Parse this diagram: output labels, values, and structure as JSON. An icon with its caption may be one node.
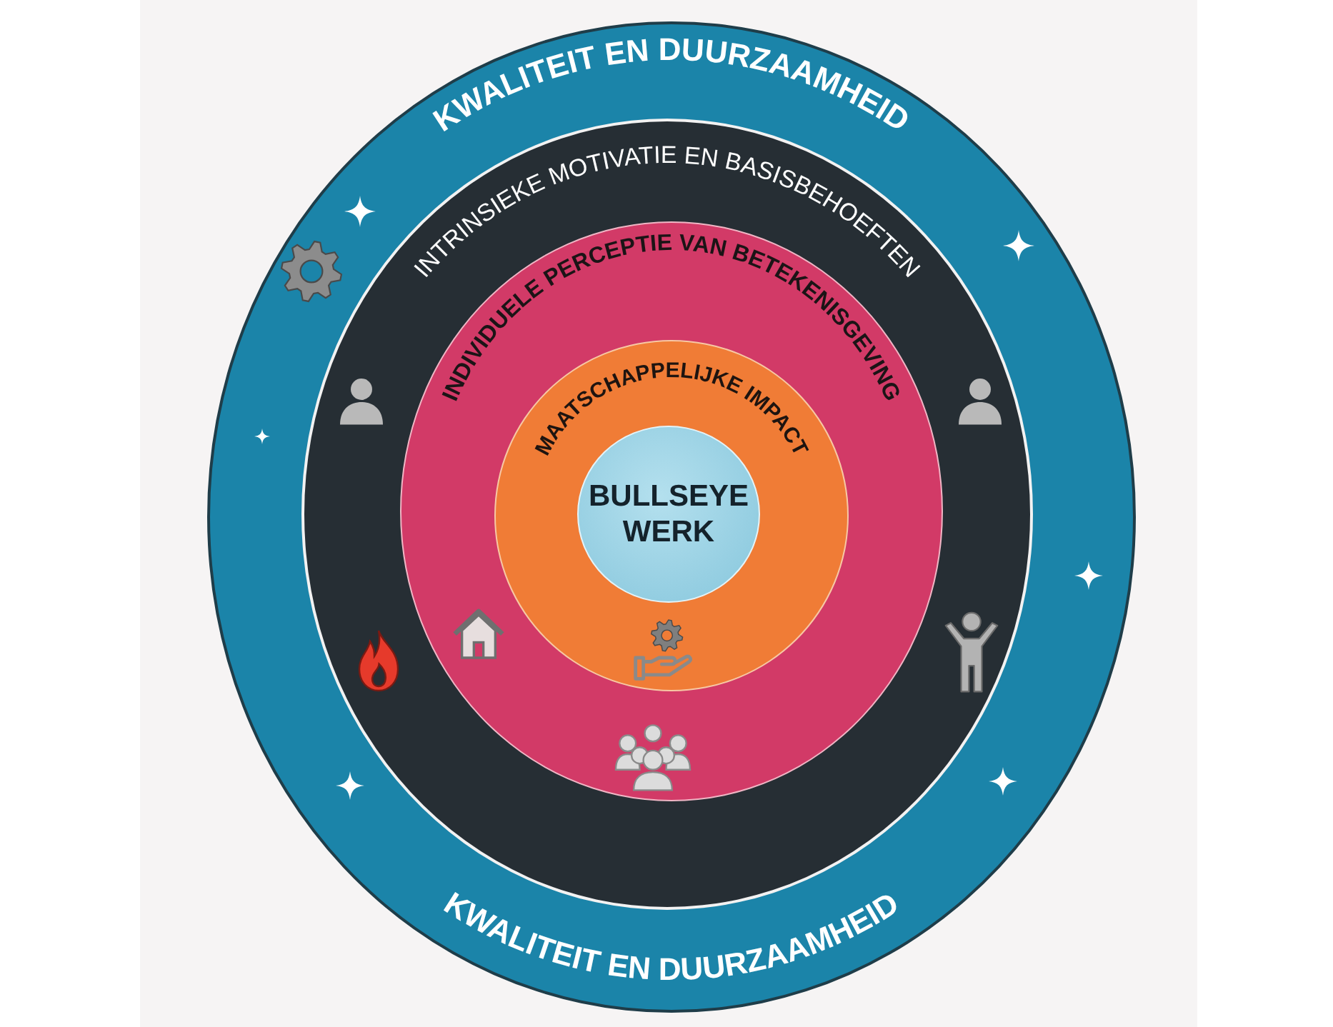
{
  "diagram": {
    "nodes": [
      {
        "text": [
          "KWALITEIT EN DUURZAAMHEID",
          "KWALITEIT EN DUURZAAMHEID"
        ]
      },
      {
        "text": [
          "INTRINSIEKE MOTIVATIE EN BASISBEHOEFTEN"
        ],
        "in": 0
      },
      {
        "text": [
          "INDIVIDUELE PERCEPTIE VAN BETEKENISGEVING"
        ],
        "in": 1
      },
      {
        "text": [
          "MAATSCHAPPELIJKE IMPACT"
        ],
        "in": 2
      },
      {
        "text": [
          "BULLSEYE WERK"
        ],
        "in": 3
      }
    ]
  }
}
